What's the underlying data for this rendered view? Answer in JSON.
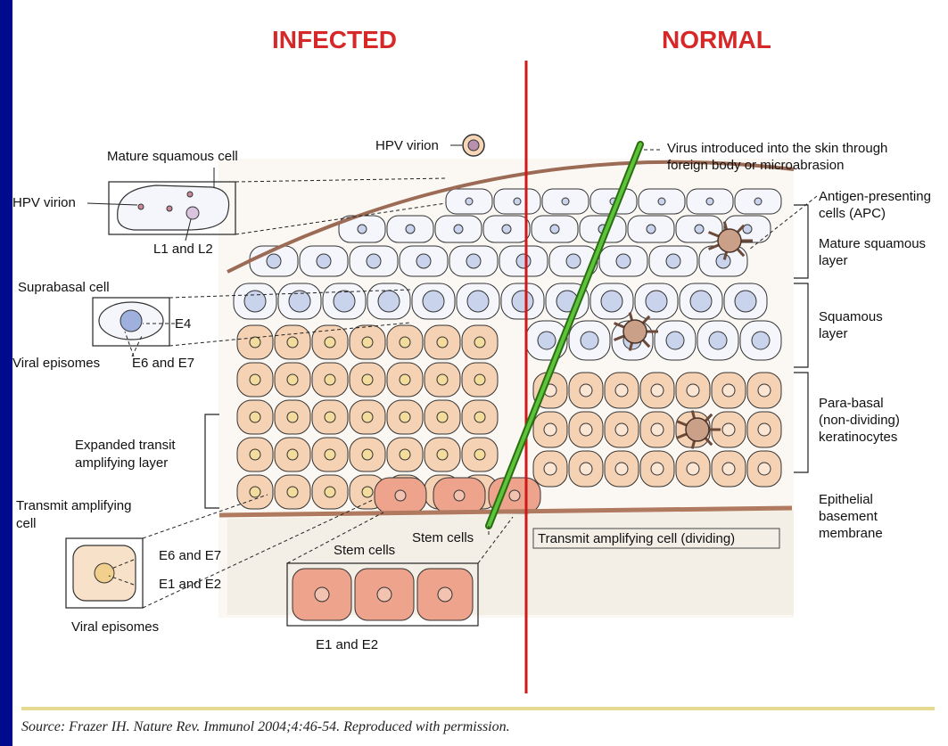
{
  "headings": {
    "infected": "INFECTED",
    "normal": "NORMAL"
  },
  "labels": {
    "hpv_virion_top": "HPV virion",
    "mature_squamous_cell": "Mature squamous cell",
    "hpv_virion_left": "HPV virion",
    "l1_l2": "L1 and L2",
    "suprabasal_cell": "Suprabasal cell",
    "e4": "E4",
    "viral_episomes_1": "Viral episomes",
    "e6_e7_1": "E6 and E7",
    "expanded_transit_1": "Expanded transit",
    "expanded_transit_2": "amplifying layer",
    "transmit_amp_1": "Transmit amplifying",
    "transmit_amp_2": "cell",
    "e6_e7_2": "E6 and E7",
    "e1_e2_1": "E1 and E2",
    "viral_episomes_2": "Viral episomes",
    "stem_cells_mid": "Stem cells",
    "stem_cells_lower": "Stem cells",
    "e1_e2_2": "E1 and E2",
    "transmit_dividing": "Transmit amplifying cell (dividing)",
    "virus_intro_1": "Virus introduced into the skin through",
    "virus_intro_2": "foreign body or microabrasion",
    "apc_1": "Antigen-presenting",
    "apc_2": "cells (APC)",
    "mature_layer_1": "Mature squamous",
    "mature_layer_2": "layer",
    "squamous_1": "Squamous",
    "squamous_2": "layer",
    "parabasal_1": "Para-basal",
    "parabasal_2": "(non-dividing)",
    "parabasal_3": "keratinocytes",
    "basement_1": "Epithelial",
    "basement_2": "basement",
    "basement_3": "membrane"
  },
  "source": "Source: Frazer IH. Nature Rev. Immunol 2004;4:46-54.  Reproduced with permission.",
  "colors": {
    "frame": "#000a8c",
    "heading": "#d62828",
    "divider": "#d01818",
    "needle": "#3a9a1a",
    "squamous_fill": "#f4f6fb",
    "nucleus_fill": "#c9d3ec",
    "basal_fill": "#f6d2b4",
    "stem_fill": "#eea38c"
  }
}
